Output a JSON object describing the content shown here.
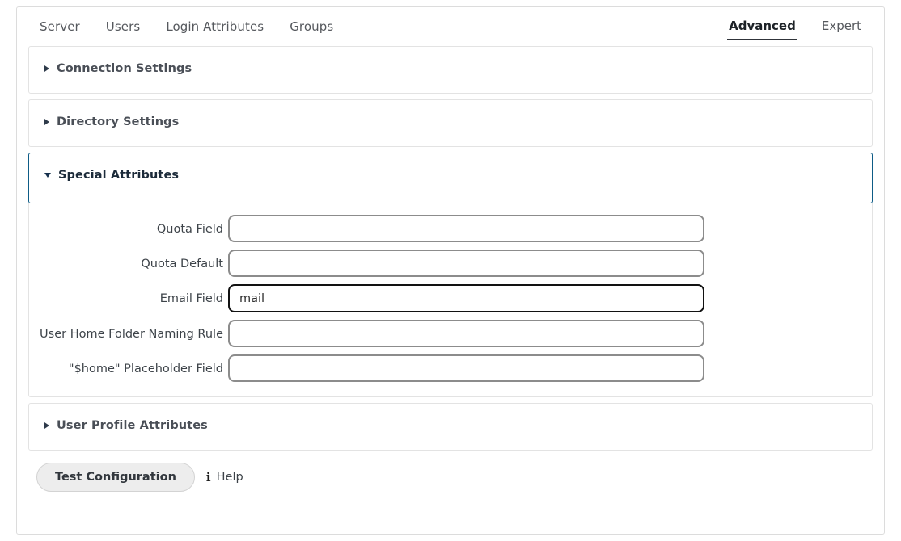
{
  "nav": {
    "items": [
      {
        "label": "Server",
        "id": "server"
      },
      {
        "label": "Users",
        "id": "users"
      },
      {
        "label": "Login Attributes",
        "id": "login-attributes"
      },
      {
        "label": "Groups",
        "id": "groups"
      }
    ],
    "modes": [
      {
        "label": "Advanced",
        "id": "advanced",
        "active": true
      },
      {
        "label": "Expert",
        "id": "expert",
        "active": false
      }
    ]
  },
  "sections": {
    "connection_settings": {
      "title": "Connection Settings",
      "expanded": false
    },
    "directory_settings": {
      "title": "Directory Settings",
      "expanded": false
    },
    "special_attributes": {
      "title": "Special Attributes",
      "expanded": true
    },
    "user_profile_attributes": {
      "title": "User Profile Attributes",
      "expanded": false
    }
  },
  "form": {
    "fields": [
      {
        "label": "Quota Field",
        "value": "",
        "placeholder": "",
        "focused": false
      },
      {
        "label": "Quota Default",
        "value": "",
        "placeholder": "",
        "focused": false
      },
      {
        "label": "Email Field",
        "value": "mail",
        "placeholder": "",
        "focused": true
      },
      {
        "label": "User Home Folder Naming Rule",
        "value": "",
        "placeholder": "",
        "focused": false
      },
      {
        "label": "\"$home\" Placeholder Field",
        "value": "",
        "placeholder": "",
        "focused": false
      }
    ]
  },
  "footer": {
    "test_button_label": "Test Configuration",
    "info_icon": "i",
    "help_label": "Help"
  },
  "colors": {
    "accent_blue": "#0e5c86",
    "panel_border": "#e3e3e3",
    "input_border": "#8c8c8c",
    "input_border_focused": "#121212",
    "nav_text": "#56595e",
    "active_tab_text": "#1d2227"
  }
}
